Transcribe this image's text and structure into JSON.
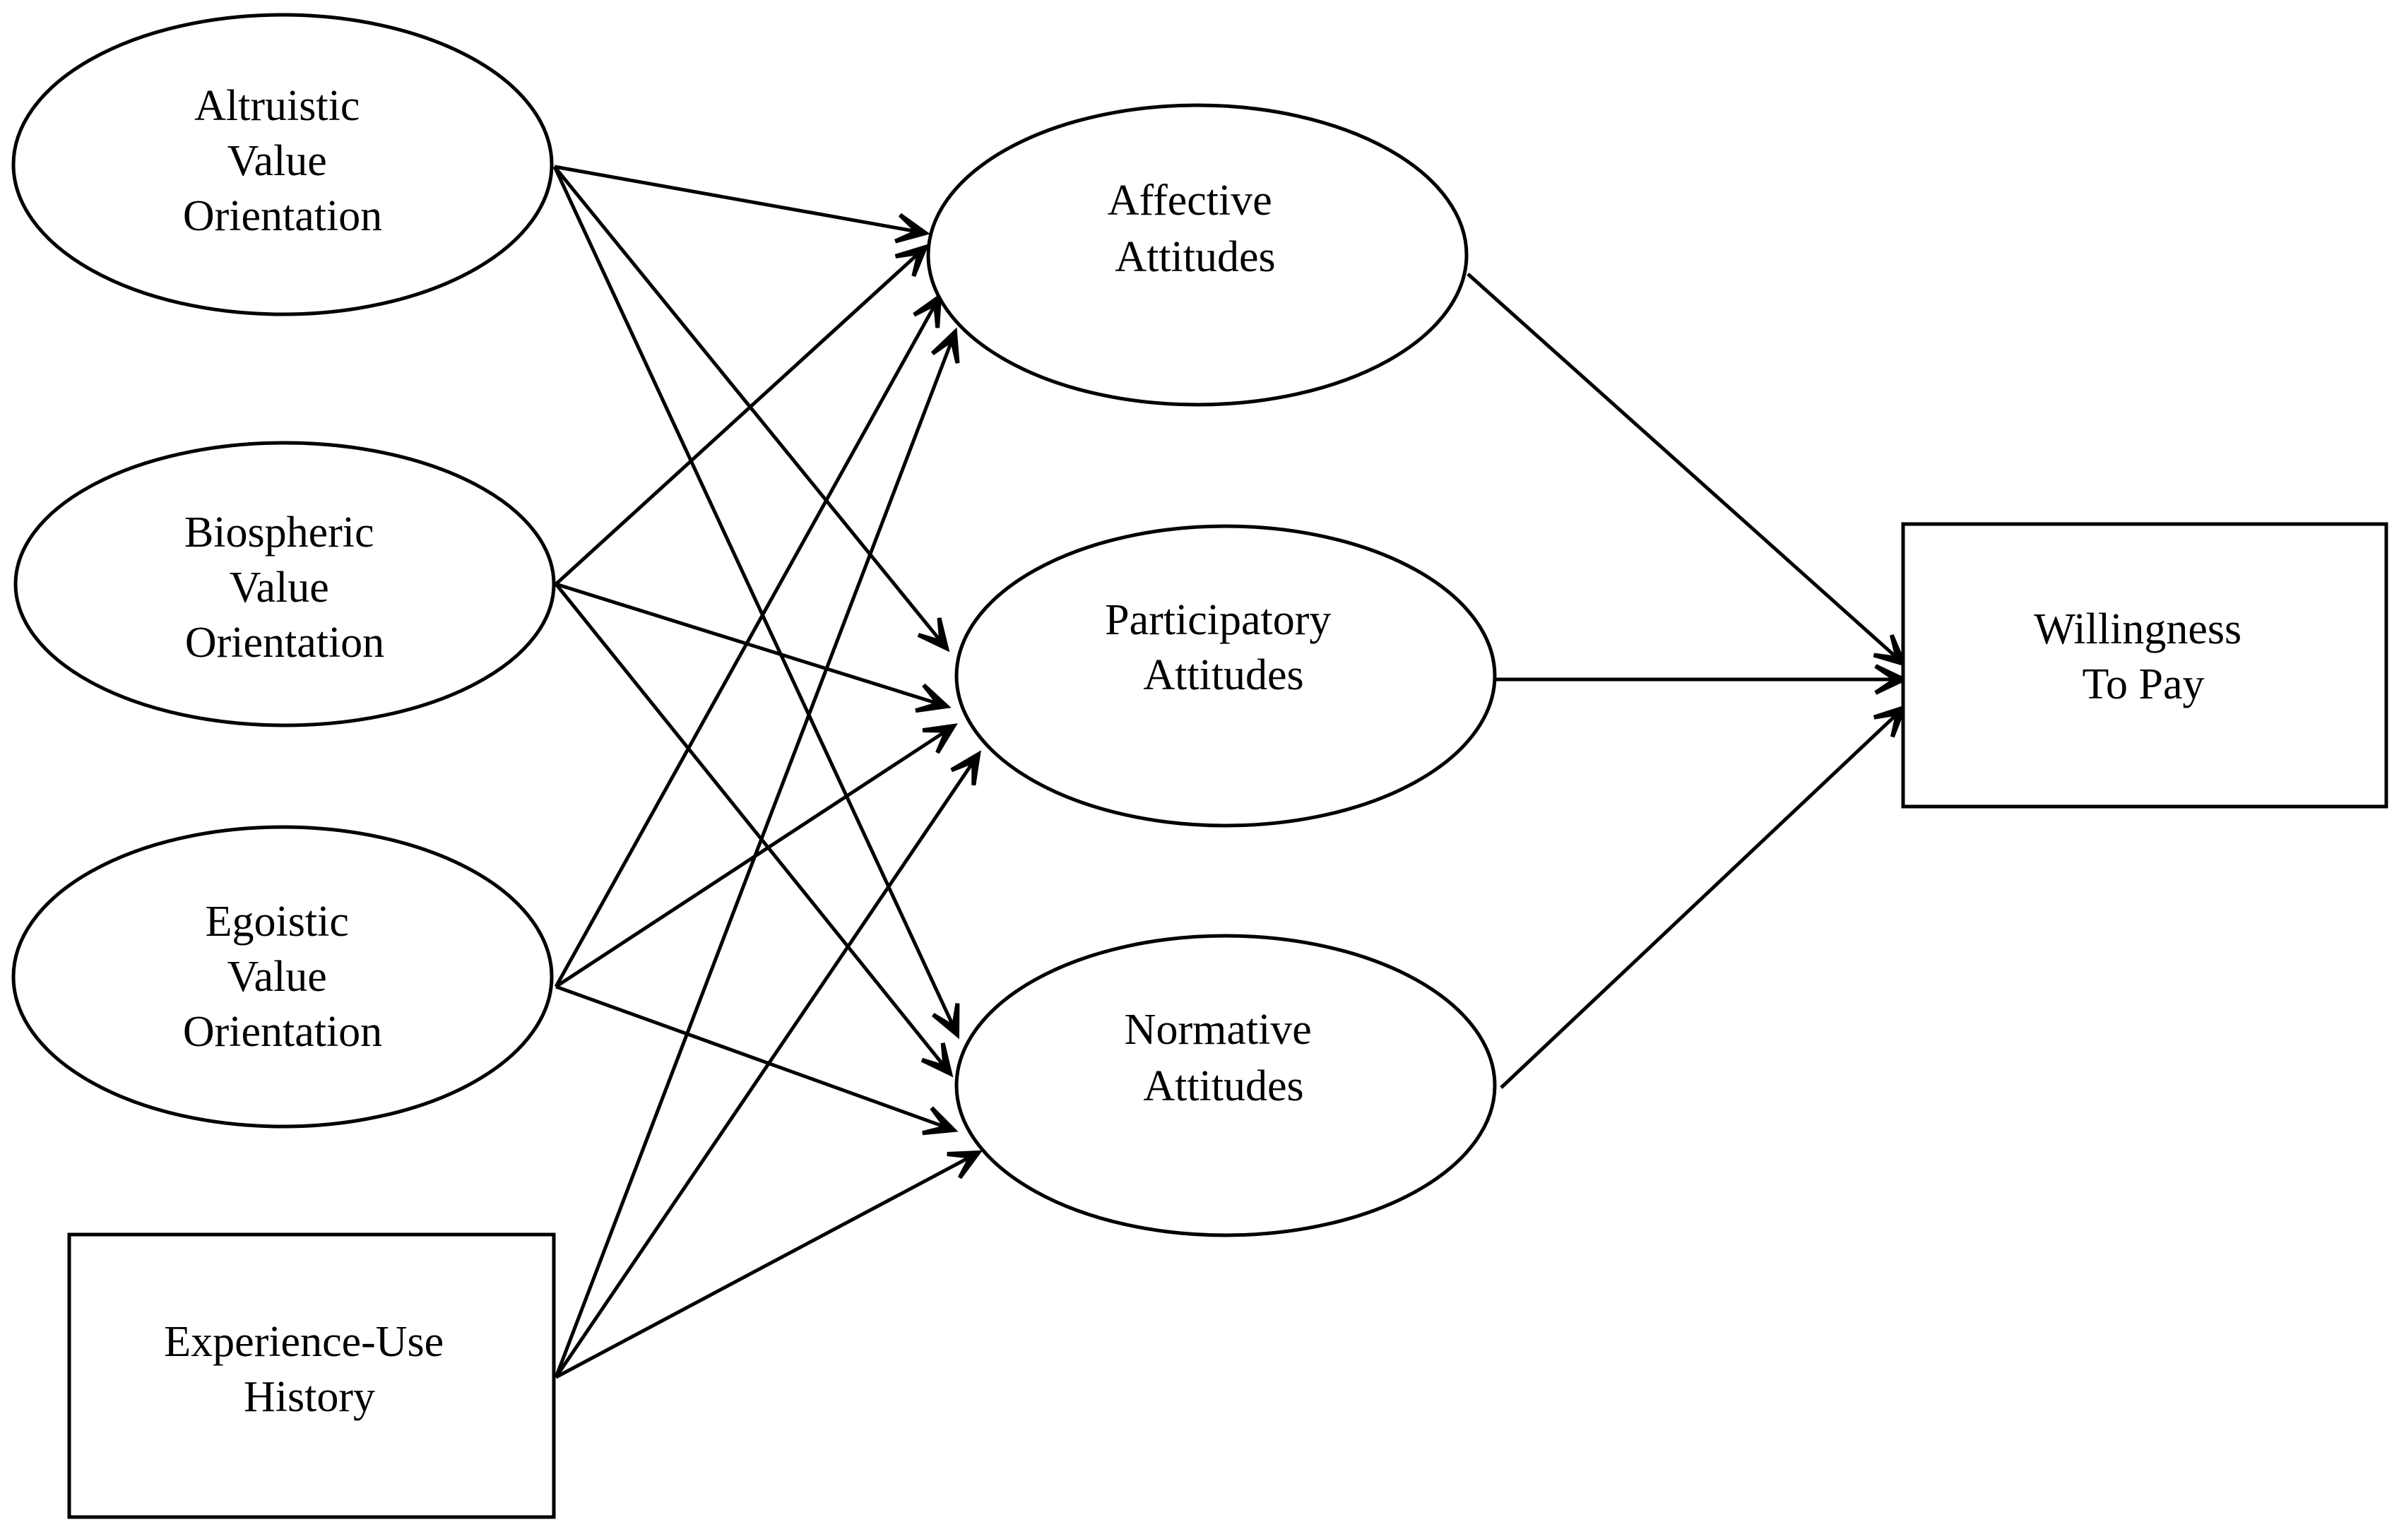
{
  "nodes": {
    "altruistic": {
      "lines": [
        "Altruistic",
        "Value",
        "Orientation"
      ]
    },
    "biospheric": {
      "lines": [
        "Biospheric",
        "Value",
        "Orientation"
      ]
    },
    "egoistic": {
      "lines": [
        "Egoistic",
        "Value",
        "Orientation"
      ]
    },
    "experience": {
      "lines": [
        "Experience-Use",
        "History"
      ]
    },
    "affective": {
      "lines": [
        "Affective",
        "Attitudes"
      ]
    },
    "participatory": {
      "lines": [
        "Participatory",
        "Attitudes"
      ]
    },
    "normative": {
      "lines": [
        "Normative",
        "Attitudes"
      ]
    },
    "wtp": {
      "lines": [
        "Willingness",
        "To Pay"
      ]
    }
  },
  "edges": [
    {
      "from": "altruistic",
      "to": "affective"
    },
    {
      "from": "altruistic",
      "to": "participatory"
    },
    {
      "from": "altruistic",
      "to": "normative"
    },
    {
      "from": "biospheric",
      "to": "affective"
    },
    {
      "from": "biospheric",
      "to": "participatory"
    },
    {
      "from": "biospheric",
      "to": "normative"
    },
    {
      "from": "egoistic",
      "to": "affective"
    },
    {
      "from": "egoistic",
      "to": "participatory"
    },
    {
      "from": "egoistic",
      "to": "normative"
    },
    {
      "from": "experience",
      "to": "affective"
    },
    {
      "from": "experience",
      "to": "participatory"
    },
    {
      "from": "experience",
      "to": "normative"
    },
    {
      "from": "affective",
      "to": "wtp"
    },
    {
      "from": "participatory",
      "to": "wtp"
    },
    {
      "from": "normative",
      "to": "wtp"
    }
  ],
  "colors": {
    "stroke": "#000000",
    "background": "#ffffff",
    "text": "#000000"
  }
}
